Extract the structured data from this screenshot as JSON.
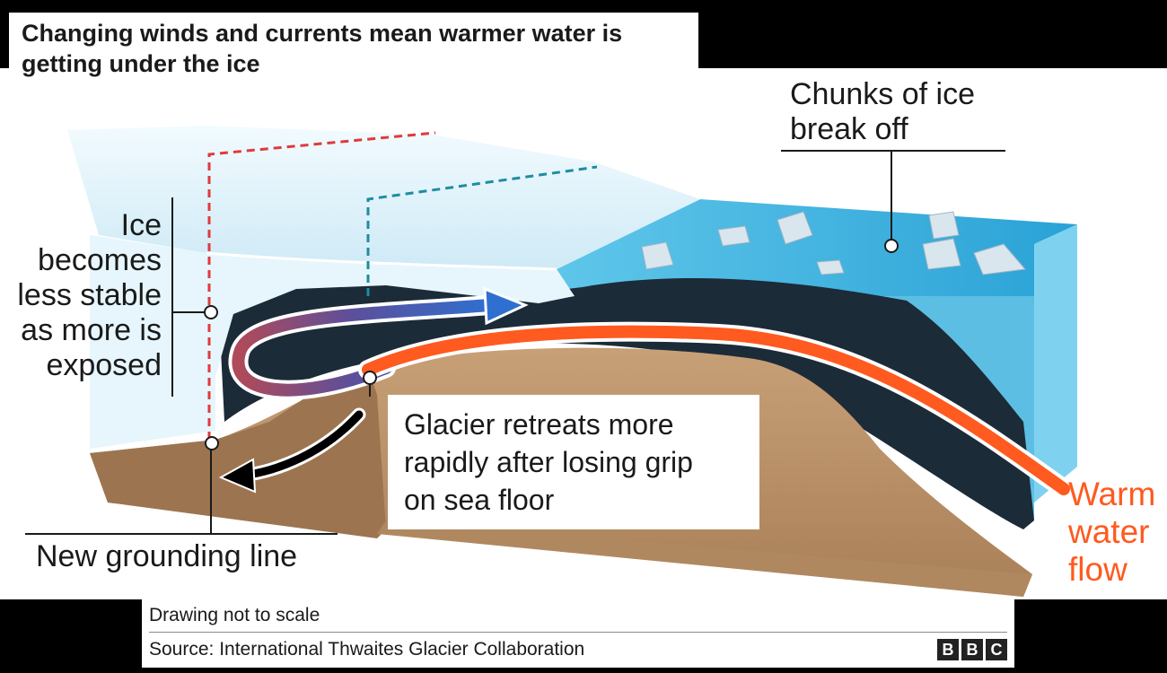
{
  "title": "Changing winds and currents mean warmer water is getting under the ice",
  "labels": {
    "stability": "Ice becomes less stable as more is exposed",
    "chunks": [
      "Chunks of ice",
      "break off"
    ],
    "retreat": [
      "Glacier retreats more",
      "rapidly after losing grip",
      "on sea floor"
    ],
    "grounding_line": "New grounding line",
    "warm_flow": [
      "Warm",
      "water",
      "flow"
    ]
  },
  "footer": {
    "note": "Drawing not to scale",
    "source": "Source: International Thwaites Glacier Collaboration",
    "logo": [
      "B",
      "B",
      "C"
    ]
  },
  "colors": {
    "warm_water": "#ff5a1f",
    "cold_water": "#2d6cc4",
    "glacier_ice": "#dff3fb",
    "ocean": "#3fb3de",
    "seabed": "#b58d63",
    "deep_water": "#1c2b38",
    "old_position_marker": "#e03a3a",
    "new_position_marker": "#1f8ca0"
  },
  "icons": [
    "ice-chunk-icon",
    "cold-current-arrow-icon",
    "warm-current-arrow-icon",
    "retreat-arrow-icon",
    "bbc-logo-icon"
  ]
}
